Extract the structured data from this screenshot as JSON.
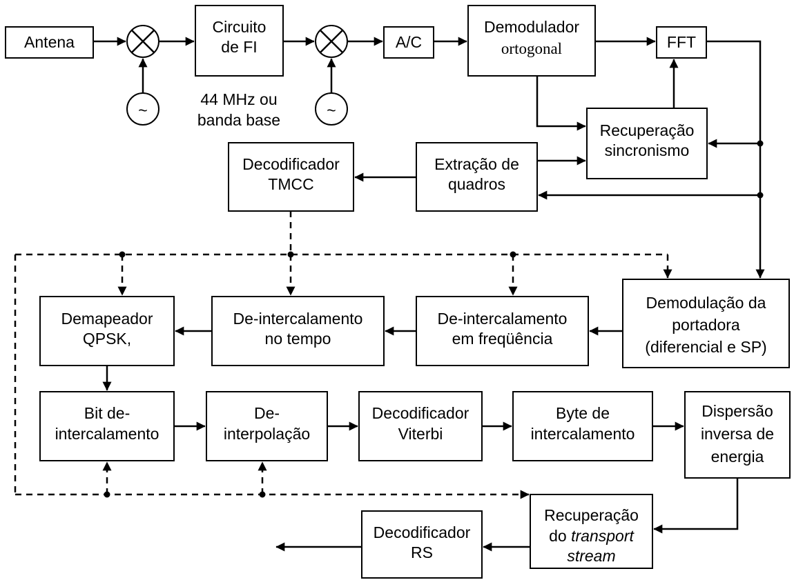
{
  "blocks": {
    "antena": [
      "Antena"
    ],
    "circuito_fi": [
      "Circuito",
      "de FI"
    ],
    "fi_note": [
      "44 MHz ou",
      "banda base"
    ],
    "ad": [
      "A/C"
    ],
    "demod_ortogonal": [
      "Demodulador",
      "ortogonal"
    ],
    "fft": [
      "FFT"
    ],
    "recuperacao_sinc": [
      "Recuperação",
      "sincronismo"
    ],
    "extracao_quadros": [
      "Extração de",
      "quadros"
    ],
    "decod_tmcc": [
      "Decodificador",
      "TMCC"
    ],
    "demod_portadora": [
      "Demodulação da",
      "portadora",
      "(diferencial e SP)"
    ],
    "deint_freq": [
      "De-intercalamento",
      "em freqüência"
    ],
    "deint_tempo": [
      "De-intercalamento",
      "no tempo"
    ],
    "demapeador": [
      "Demapeador",
      "QPSK,"
    ],
    "bit_deint": [
      "Bit de-",
      "intercalamento"
    ],
    "deinterpolacao": [
      "De-",
      "interpolação"
    ],
    "decod_viterbi": [
      "Decodificador",
      "Viterbi"
    ],
    "byte_deint": [
      "Byte de",
      "intercalamento"
    ],
    "dispersao": [
      "Dispersão",
      "inversa de",
      "energia"
    ],
    "recuperacao_ts": [
      "Recuperação",
      "do",
      "transport",
      "stream"
    ],
    "decod_rs": [
      "Decodificador",
      "RS"
    ]
  },
  "symbols": {
    "oscillator_glyph": "~"
  }
}
